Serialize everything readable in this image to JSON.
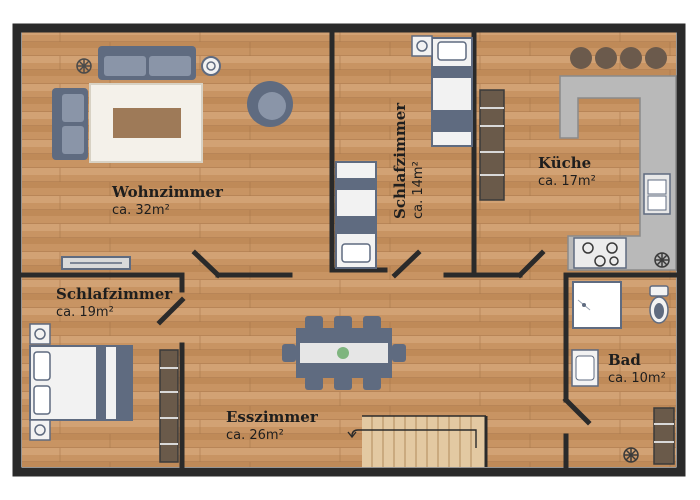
{
  "rooms": {
    "wohnzimmer": {
      "name": "Wohnzimmer",
      "area": "ca. 32m²"
    },
    "schlafzimmer_1": {
      "name": "Schlafzimmer",
      "area": "ca. 14m²"
    },
    "kueche": {
      "name": "Küche",
      "area": "ca. 17m²"
    },
    "schlafzimmer_2": {
      "name": "Schlafzimmer",
      "area": "ca. 19m²"
    },
    "esszimmer": {
      "name": "Esszimmer",
      "area": "ca. 26m²"
    },
    "bad": {
      "name": "Bad",
      "area": "ca. 10m²"
    }
  },
  "colors": {
    "floor": "#c4905e",
    "floor_light": "#d7aa7a",
    "wall": "#2a2a2a",
    "furniture_blue": "#5f6b80",
    "furniture_light": "#f2f2f2",
    "kitchen_counter": "#b9b9b9"
  }
}
